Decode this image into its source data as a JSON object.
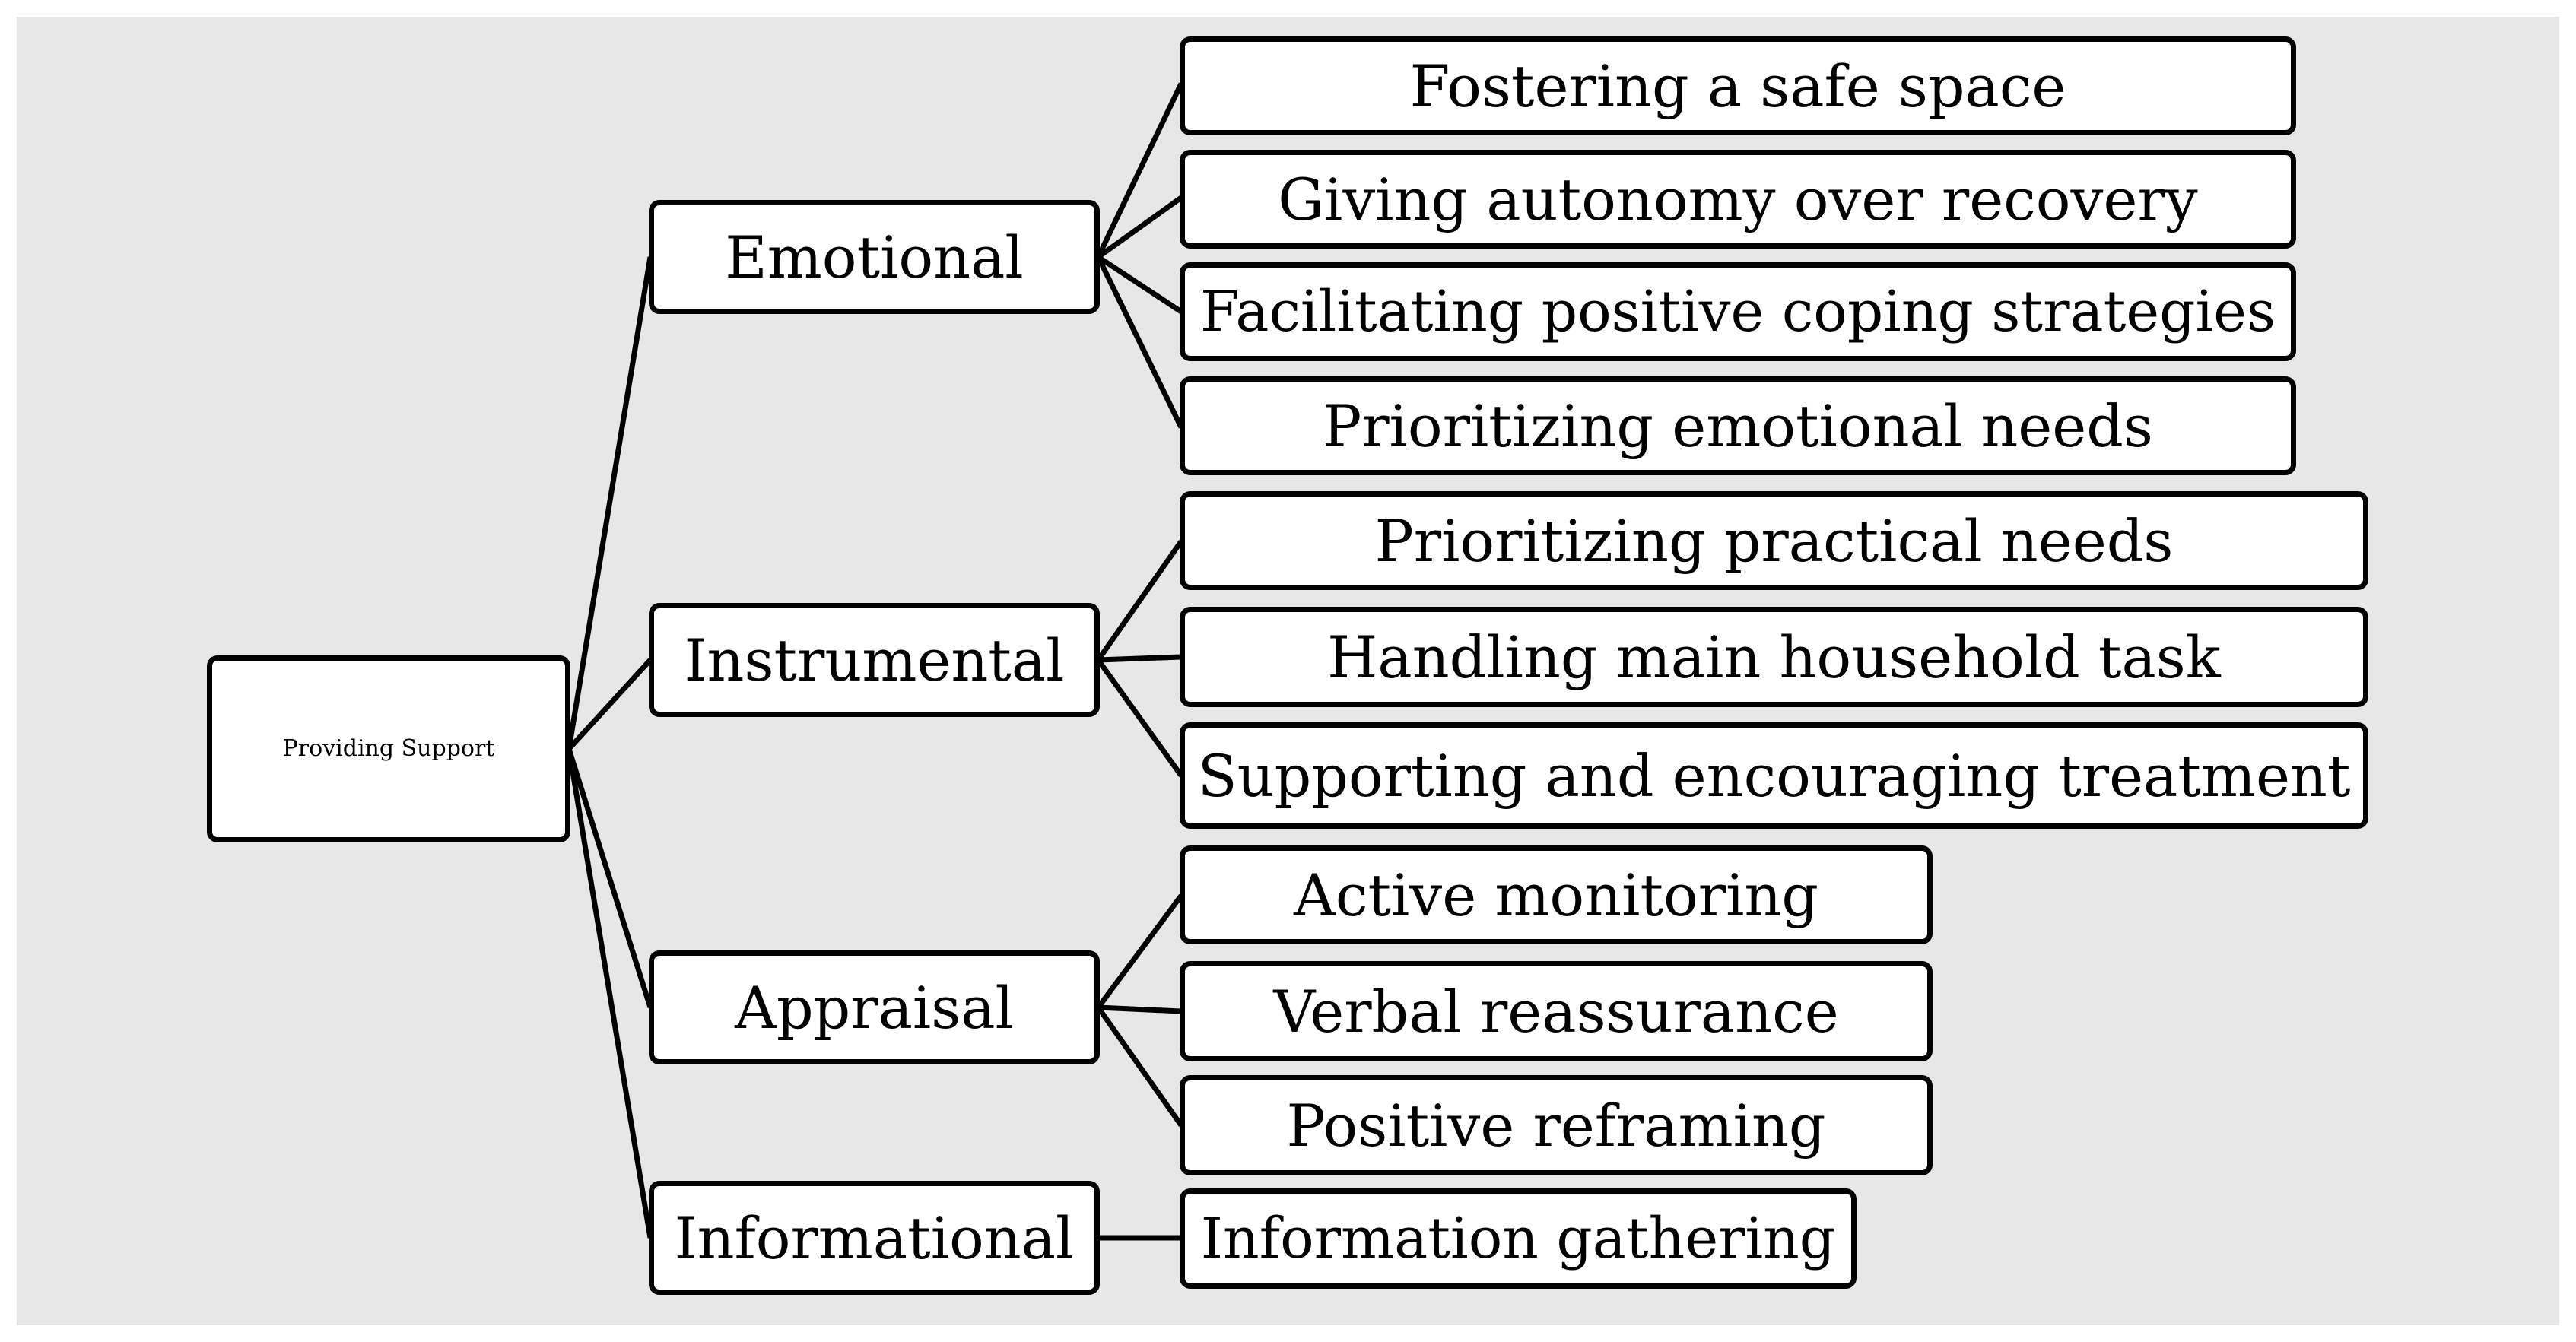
{
  "root": {
    "label": "Providing Support",
    "children": [
      {
        "label": "Emotional",
        "children": [
          "Fostering a safe space",
          "Giving autonomy over recovery",
          "Facilitating positive coping strategies",
          "Prioritizing emotional needs"
        ]
      },
      {
        "label": "Instrumental",
        "children": [
          "Prioritizing practical needs",
          "Handling main household task",
          "Supporting and encouraging treatment"
        ]
      },
      {
        "label": "Appraisal",
        "children": [
          "Active monitoring",
          "Verbal reassurance",
          "Positive reframing"
        ]
      },
      {
        "label": "Informational",
        "children": [
          "Information gathering"
        ]
      }
    ]
  }
}
